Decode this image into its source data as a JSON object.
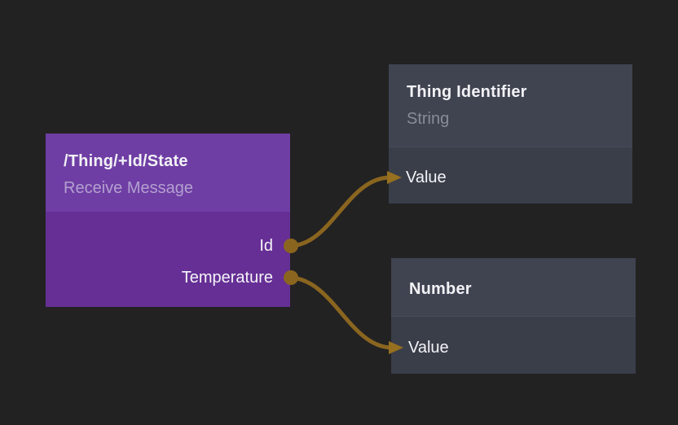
{
  "canvas": {
    "background_color": "#222223",
    "wire_color": "#8a651f",
    "arrow_color": "#96701f"
  },
  "nodes": {
    "receive_message": {
      "title": "/Thing/+Id/State",
      "subtitle": "Receive Message",
      "outputs": [
        {
          "label": "Id"
        },
        {
          "label": "Temperature"
        }
      ],
      "colors": {
        "header": "#6f3ea4",
        "body": "#662f95",
        "subtitle_text": "#b3a0d0"
      }
    },
    "thing_identifier": {
      "title": "Thing Identifier",
      "subtitle": "String",
      "inputs": [
        {
          "label": "Value"
        }
      ],
      "colors": {
        "header": "#3f4450",
        "body": "#393e49",
        "subtitle_text": "#868c98"
      }
    },
    "number": {
      "title": "Number",
      "inputs": [
        {
          "label": "Value"
        }
      ],
      "colors": {
        "header": "#3f4450",
        "body": "#393e49"
      }
    }
  },
  "connections": [
    {
      "from": "receive_message.Id",
      "to": "thing_identifier.Value"
    },
    {
      "from": "receive_message.Temperature",
      "to": "number.Value"
    }
  ]
}
